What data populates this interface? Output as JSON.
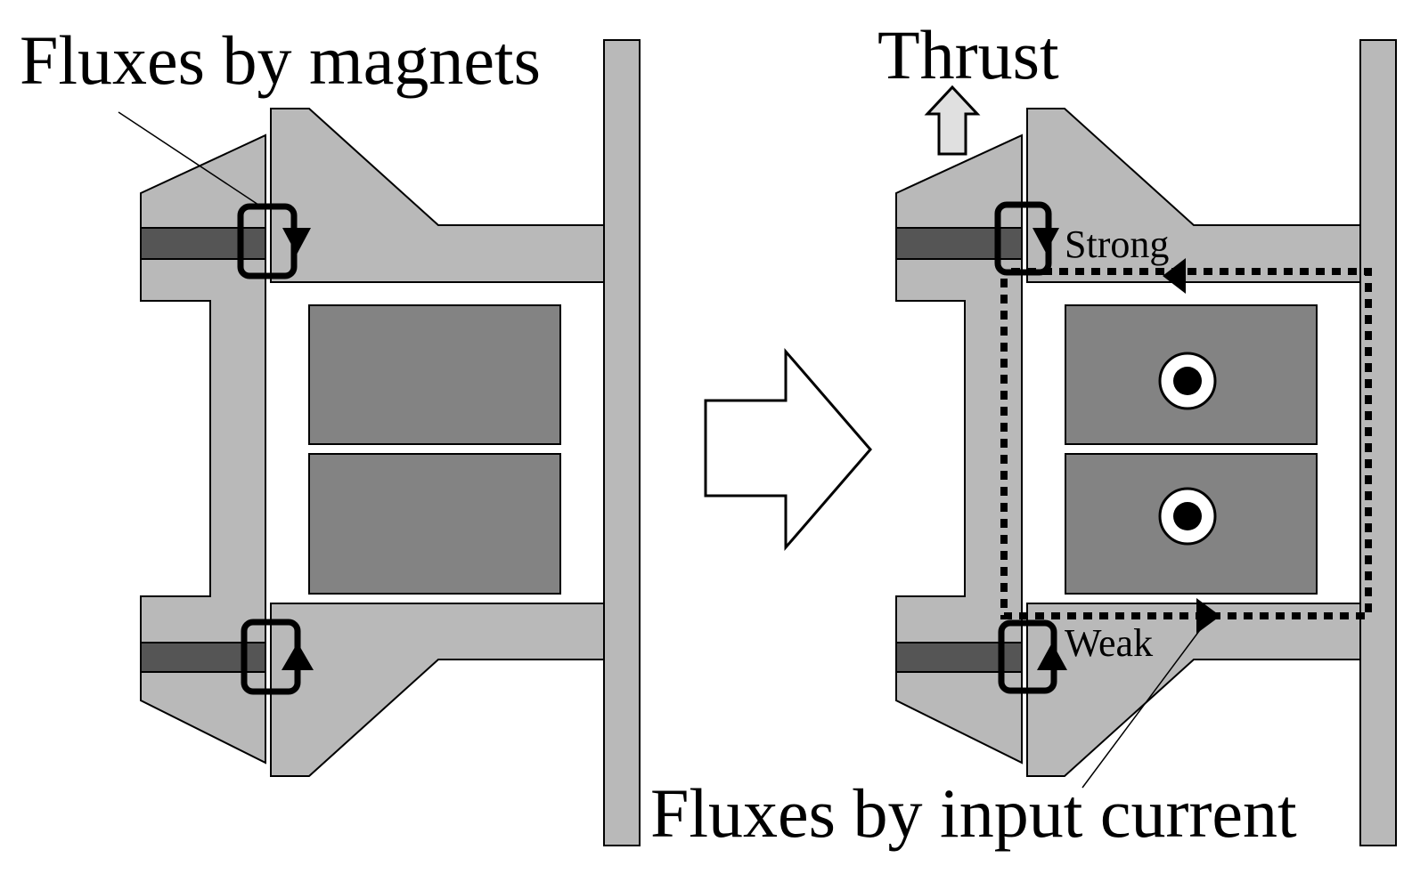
{
  "labels": {
    "left_title": "Fluxes by magnets",
    "thrust": "Thrust",
    "strong": "Strong",
    "weak": "Weak",
    "bottom_title": "Fluxes by input current"
  },
  "colors": {
    "core": "#b9b9b9",
    "coil": "#838383",
    "magnet": "#555555",
    "rail": "#b9b9b9",
    "thrust_arrow": "#e0e0e0",
    "outline": "#000000"
  }
}
